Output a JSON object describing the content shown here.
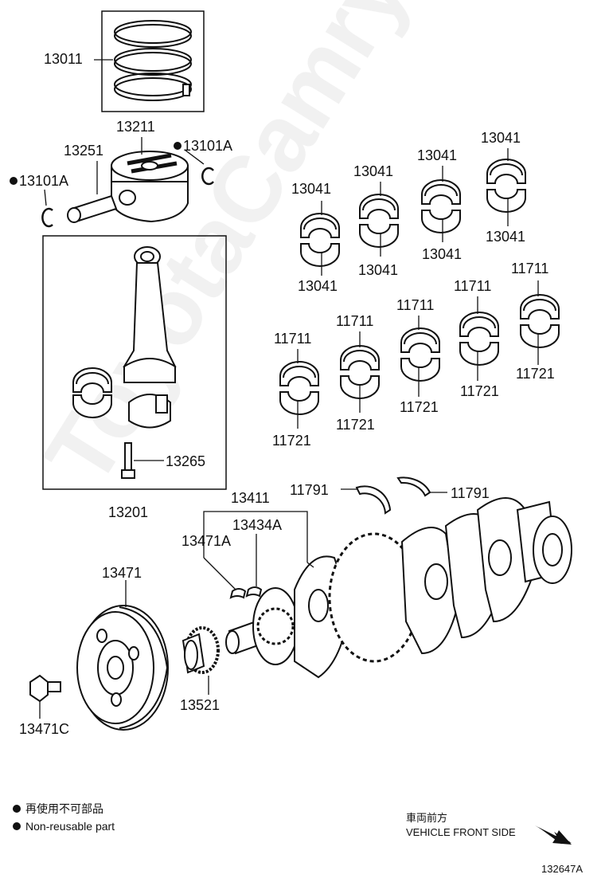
{
  "part_numbers": {
    "piston_ring_set": "13011",
    "piston": "13211",
    "piston_pin": "13251",
    "snap_ring_right": "13101A",
    "snap_ring_left": "13101A",
    "conrod_bearing_1a": "13041",
    "conrod_bearing_1b": "13041",
    "conrod_bearing_2a": "13041",
    "conrod_bearing_2b": "13041",
    "conrod_bearing_3a": "13041",
    "conrod_bearing_3b": "13041",
    "conrod_bearing_4a": "13041",
    "conrod_bearing_4b": "13041",
    "main_bearing_1u": "11711",
    "main_bearing_1l": "11721",
    "main_bearing_2u": "11711",
    "main_bearing_2l": "11721",
    "main_bearing_3u": "11711",
    "main_bearing_3l": "11721",
    "main_bearing_4u": "11711",
    "main_bearing_4l": "11721",
    "main_bearing_5u": "11711",
    "main_bearing_5l": "11721",
    "conrod_bolt": "13265",
    "conrod_assembly": "13201",
    "thrust_washer_left": "11791",
    "thrust_washer_right": "11791",
    "crankshaft": "13411",
    "crank_key": "13434A",
    "pulley_key": "13471A",
    "crank_pulley": "13471",
    "pulley_bolt": "13471C",
    "timing_sprocket": "13521"
  },
  "legend": {
    "item_jp": "再使用不可部品",
    "item_en": "Non-reusable part"
  },
  "direction": {
    "jp": "車両前方",
    "en": "VEHICLE FRONT SIDE"
  },
  "illustration_id": "132647A",
  "watermark_text": "ToyotaCamry.ru",
  "colors": {
    "line": "#111111",
    "background": "#ffffff"
  }
}
